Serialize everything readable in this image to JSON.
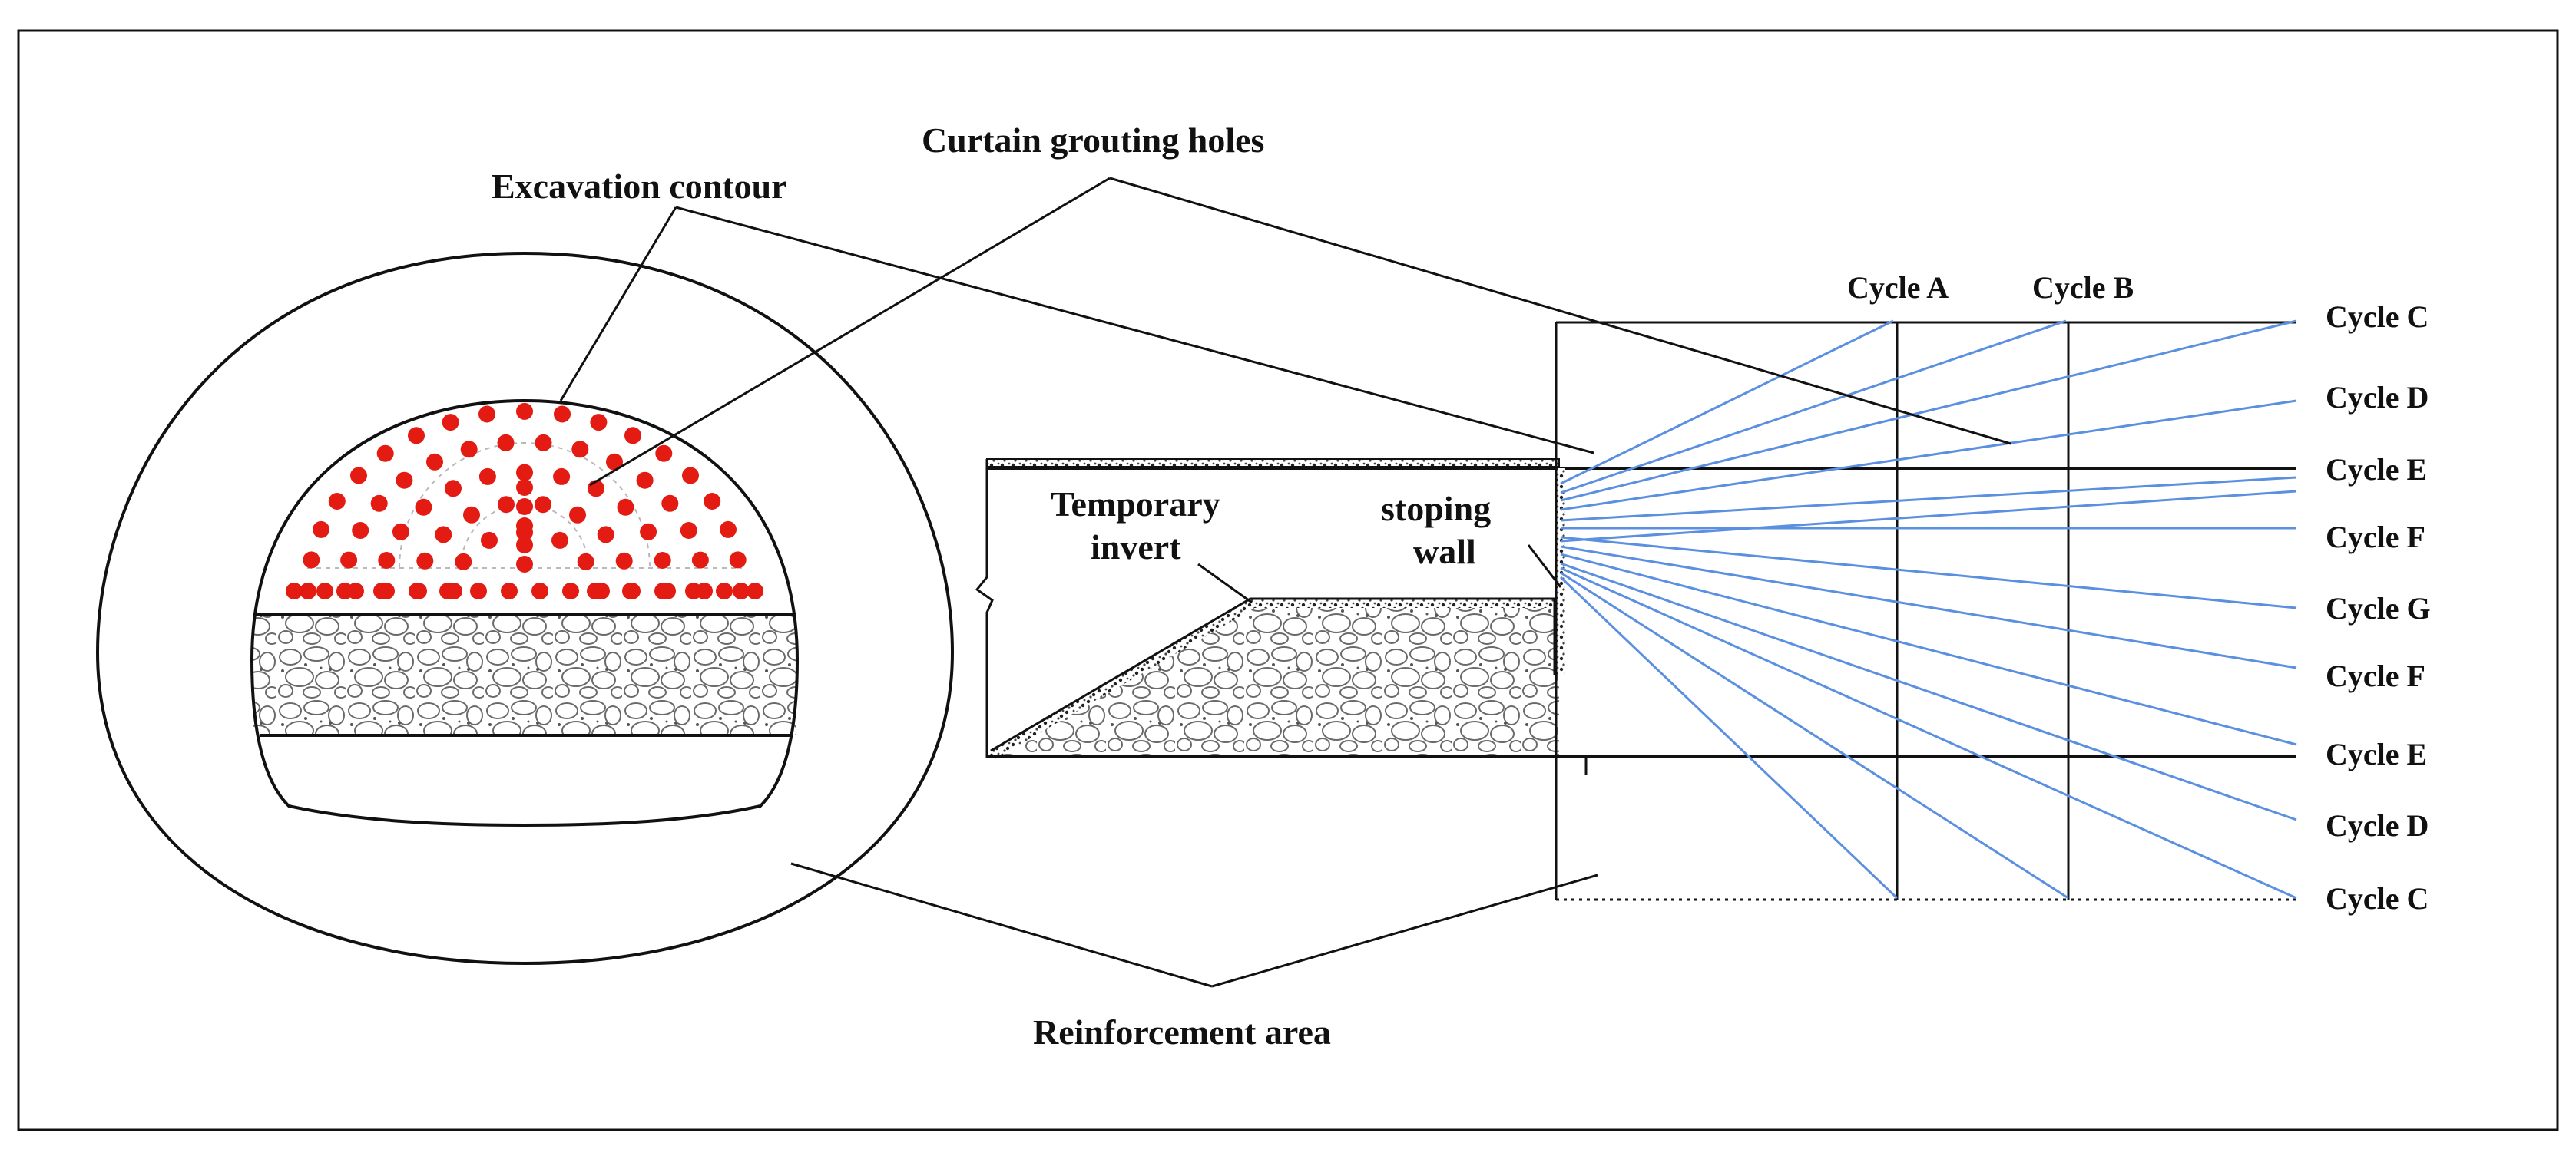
{
  "labels": {
    "excavation_contour": "Excavation contour",
    "curtain_grouting_holes": "Curtain grouting holes",
    "temporary_invert_line1": "Temporary",
    "temporary_invert_line2": "invert",
    "stoping_wall_line1": "stoping",
    "stoping_wall_line2": "wall",
    "reinforcement_area": "Reinforcement area"
  },
  "cycles": {
    "top": [
      "Cycle A",
      "Cycle B"
    ],
    "right": [
      "Cycle C",
      "Cycle D",
      "Cycle E",
      "Cycle F",
      "Cycle G",
      "Cycle F",
      "Cycle E",
      "Cycle D",
      "Cycle C"
    ]
  },
  "colors": {
    "grout_hole": "#e31b12",
    "grout_line": "#5b8fe0",
    "outline": "#111111"
  }
}
